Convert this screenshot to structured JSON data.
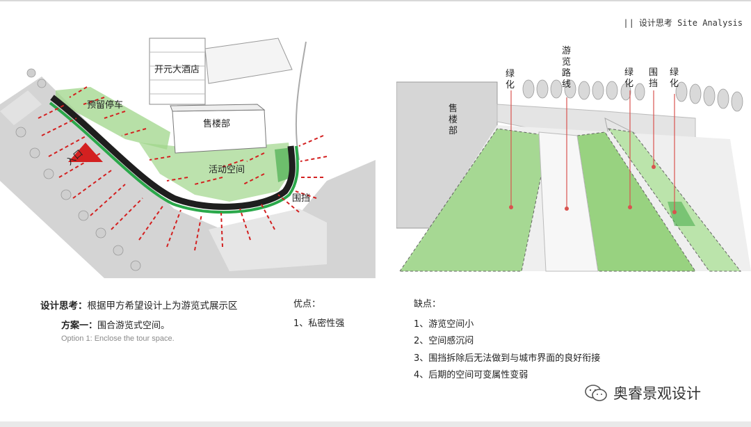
{
  "header": {
    "bars": "||",
    "title": "设计思考 Site Analysis"
  },
  "left_plan": {
    "labels": {
      "hotel": "开元大酒店",
      "parking": "预留停车",
      "sales": "售楼部",
      "activity": "活动空间",
      "wall": "围挡",
      "entrance": "入口"
    }
  },
  "right_section": {
    "labels": {
      "sales": [
        "售",
        "楼",
        "部"
      ],
      "green1": [
        "绿",
        "化"
      ],
      "route": [
        "游",
        "览",
        "路",
        "线"
      ],
      "green2": [
        "绿",
        "化"
      ],
      "wall": [
        "围",
        "挡"
      ],
      "green3": [
        "绿",
        "化"
      ]
    }
  },
  "thinking": {
    "label": "设计思考：",
    "text": "根据甲方希望设计上为游览式展示区"
  },
  "option": {
    "label": "方案一：",
    "text": "围合游览式空间。",
    "en": "Option 1: Enclose the tour space."
  },
  "pros": {
    "title": "优点：",
    "items": [
      "1、私密性强"
    ]
  },
  "cons": {
    "title": "缺点：",
    "items": [
      "1、游览空间小",
      "2、空间感沉闷",
      "3、围挡拆除后无法做到与城市界面的良好衔接",
      "4、后期的空间可变属性变弱"
    ]
  },
  "brand": {
    "name": "奥睿景观设计"
  },
  "colors": {
    "green": "#9fd68a",
    "dark_green": "#4caf50",
    "red": "#e23a3a",
    "arrow_red": "#d32020"
  }
}
